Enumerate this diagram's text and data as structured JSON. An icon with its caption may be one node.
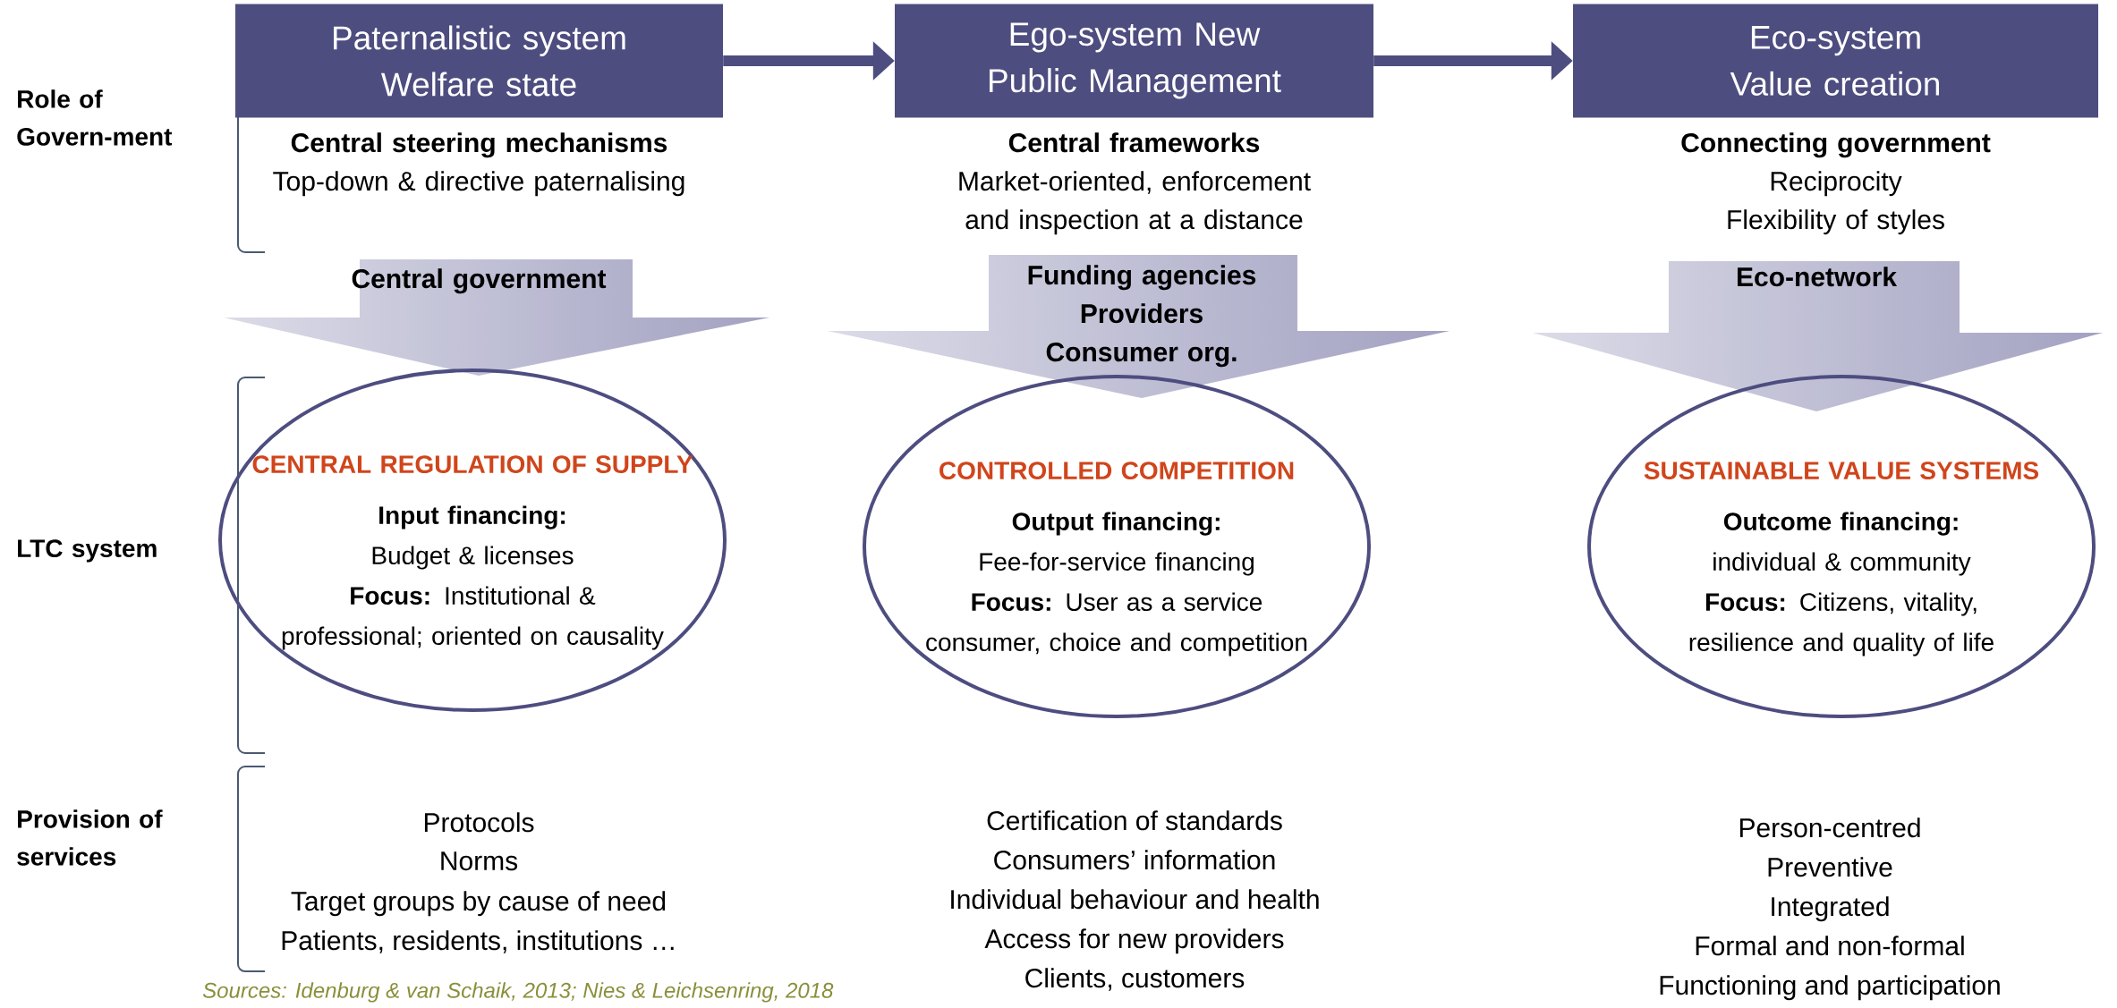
{
  "diagram": {
    "nodes": [
      {
        "text": [
          "Paternalistic system Welfare state"
        ],
        "beside": [
          "Central steering mechanisms",
          "Top-down & directive paternalising"
        ]
      },
      {
        "text": [
          "Ego-system New Public Management"
        ],
        "beside": [
          "Central frameworks",
          "Market-oriented, enforcement and inspection at a distance"
        ]
      },
      {
        "text": [
          "Eco-system Value creation"
        ],
        "beside": [
          "Connecting government",
          "Reciprocity",
          "Flexibility of styles"
        ]
      },
      {
        "text": [
          "Central government"
        ]
      },
      {
        "text": [
          "Funding agencies",
          "Providers",
          "Consumer org."
        ]
      },
      {
        "text": [
          "Eco-network"
        ]
      },
      {
        "text": [
          "CENTRAL REGULATION OF SUPPLY",
          "Input financing:",
          "Budget & licenses",
          "**Focus:** Institutional & professional; oriented on causality"
        ]
      },
      {
        "text": [
          "CONTROLLED COMPETITION",
          "Output financing:",
          "Fee-for-service financing",
          "**Focus:** User as a service consumer, choice and competition"
        ]
      },
      {
        "text": [
          "SUSTAINABLE VALUE SYSTEMS",
          "Outcome financing:",
          "individual & community",
          "**Focus:** Citizens, vitality, resilience and quality of life"
        ]
      }
    ],
    "edges": [
      {
        "from": 0,
        "to": 1,
        "arrow": "to"
      },
      {
        "from": 1,
        "to": 2,
        "arrow": "to"
      }
    ],
    "labels": [
      "Role of Govern-ment",
      "LTC system",
      "Provision of services",
      "Protocols",
      "Norms",
      "Target groups by cause of need",
      "Patients, residents, institutions …",
      "Certification of standards",
      "Consumers’ information",
      "Individual behaviour and health",
      "Access for new providers",
      "Clients, customers",
      "Person-centred",
      "Preventive",
      "Integrated",
      "Formal and non-formal",
      "Functioning and participation",
      "Sources: Idenburg & van Schaik, 2013; Nies & Leichsenring, 2018"
    ]
  }
}
